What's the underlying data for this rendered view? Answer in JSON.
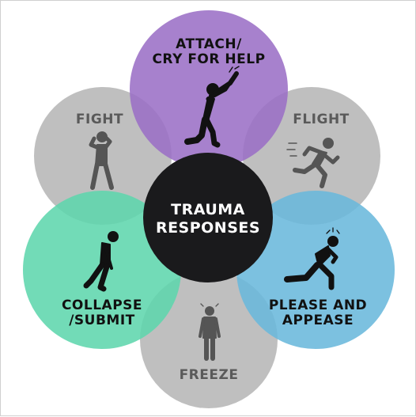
{
  "center": {
    "label": "TRAUMA\nRESPONSES",
    "color": "#1a1a1c"
  },
  "petals": {
    "attach": {
      "label": "ATTACH/\nCRY FOR HELP",
      "color": "#9b6fc6",
      "icon": "kneeling-person-icon"
    },
    "flight": {
      "label": "FLIGHT",
      "color": "#b8b8b8",
      "icon": "running-person-icon"
    },
    "please": {
      "label": "PLEASE AND\nAPPEASE",
      "color": "#6ab8dc",
      "icon": "bowing-kneeling-person-icon"
    },
    "freeze": {
      "label": "FREEZE",
      "color": "#b8b8b8",
      "icon": "standing-frozen-person-icon"
    },
    "collapse": {
      "label": "COLLAPSE\n/SUBMIT",
      "color": "#5ed6ad",
      "icon": "slumped-person-icon"
    },
    "fight": {
      "label": "FIGHT",
      "color": "#b8b8b8",
      "icon": "fighting-stance-person-icon"
    }
  }
}
